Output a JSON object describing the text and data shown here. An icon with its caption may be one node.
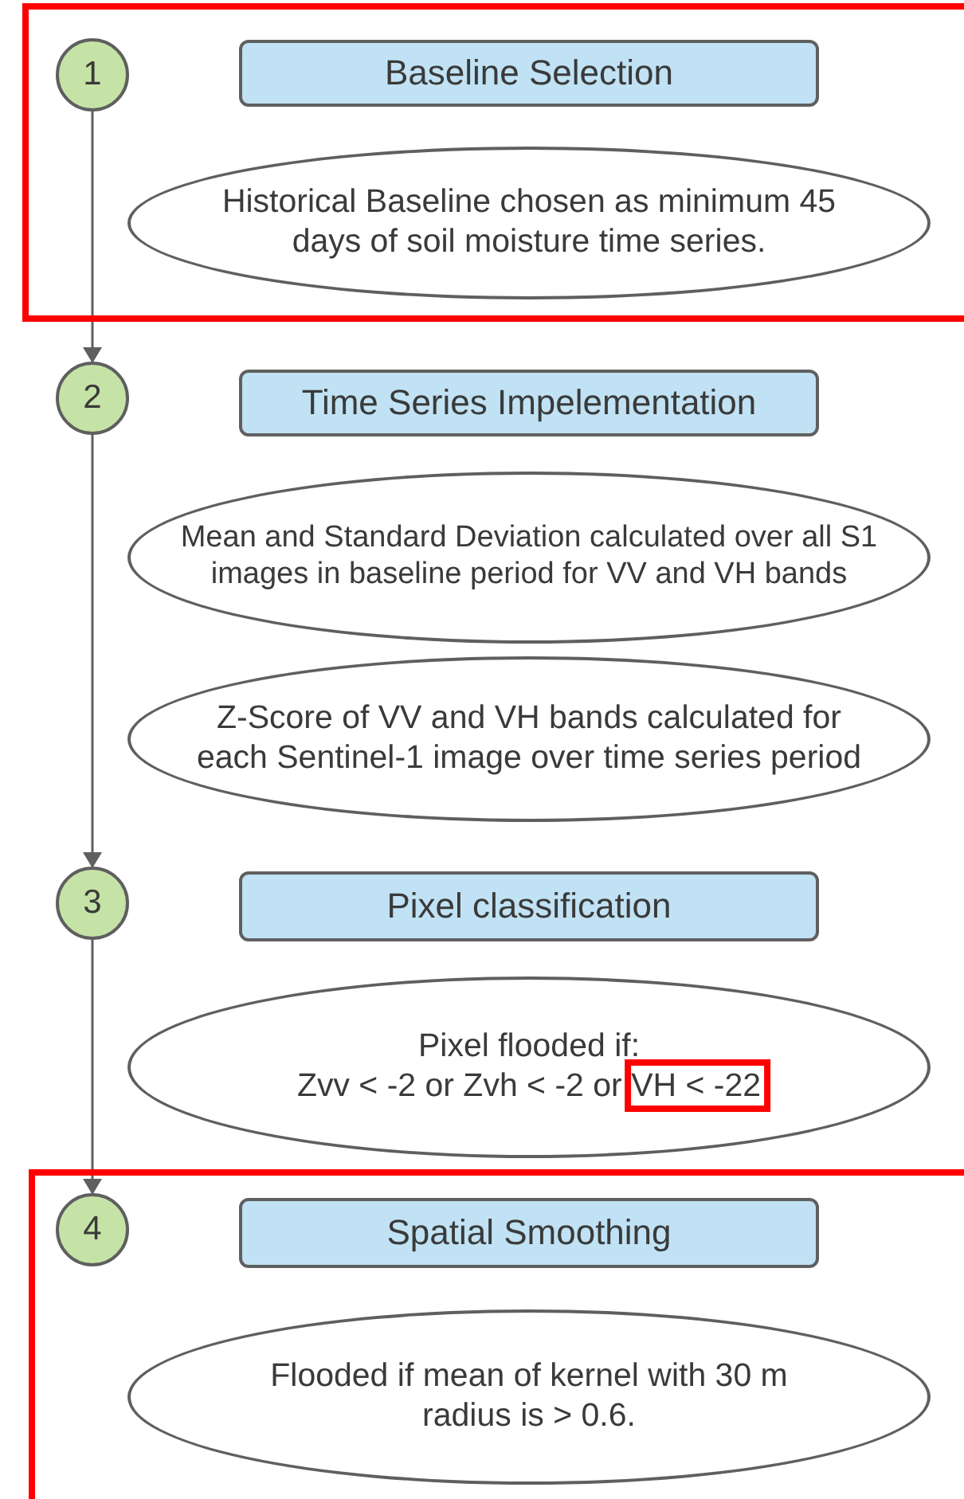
{
  "diagram": {
    "nodes": [
      {
        "text": [
          "1"
        ]
      },
      {
        "text": [
          "Baseline Selection"
        ]
      },
      {
        "text": [
          "Historical Baseline chosen as minimum 45 days of soil moisture time series."
        ]
      },
      {
        "text": [
          "2"
        ]
      },
      {
        "text": [
          "Time Series Impelementation"
        ]
      },
      {
        "text": [
          "Mean and Standard Deviation calculated over all S1 images in baseline period for VV and VH bands"
        ]
      },
      {
        "text": [
          "Z-Score of VV and VH bands calculated for each Sentinel-1 image over time series period"
        ]
      },
      {
        "text": [
          "3"
        ]
      },
      {
        "text": [
          "Pixel classification"
        ]
      },
      {
        "text": [
          "Pixel flooded if:",
          "Zvv < -2 or Zvh < -2 or VH < -22"
        ]
      },
      {
        "text": [
          "4"
        ]
      },
      {
        "text": [
          "Spatial Smoothing"
        ]
      },
      {
        "text": [
          "Flooded if mean of kernel with 30 m radius is > 0.6."
        ]
      }
    ],
    "edges": [
      {
        "from": 0,
        "to": 3,
        "arrow": "to"
      },
      {
        "from": 3,
        "to": 7,
        "arrow": "to"
      },
      {
        "from": 7,
        "to": 10,
        "arrow": "to"
      }
    ]
  }
}
